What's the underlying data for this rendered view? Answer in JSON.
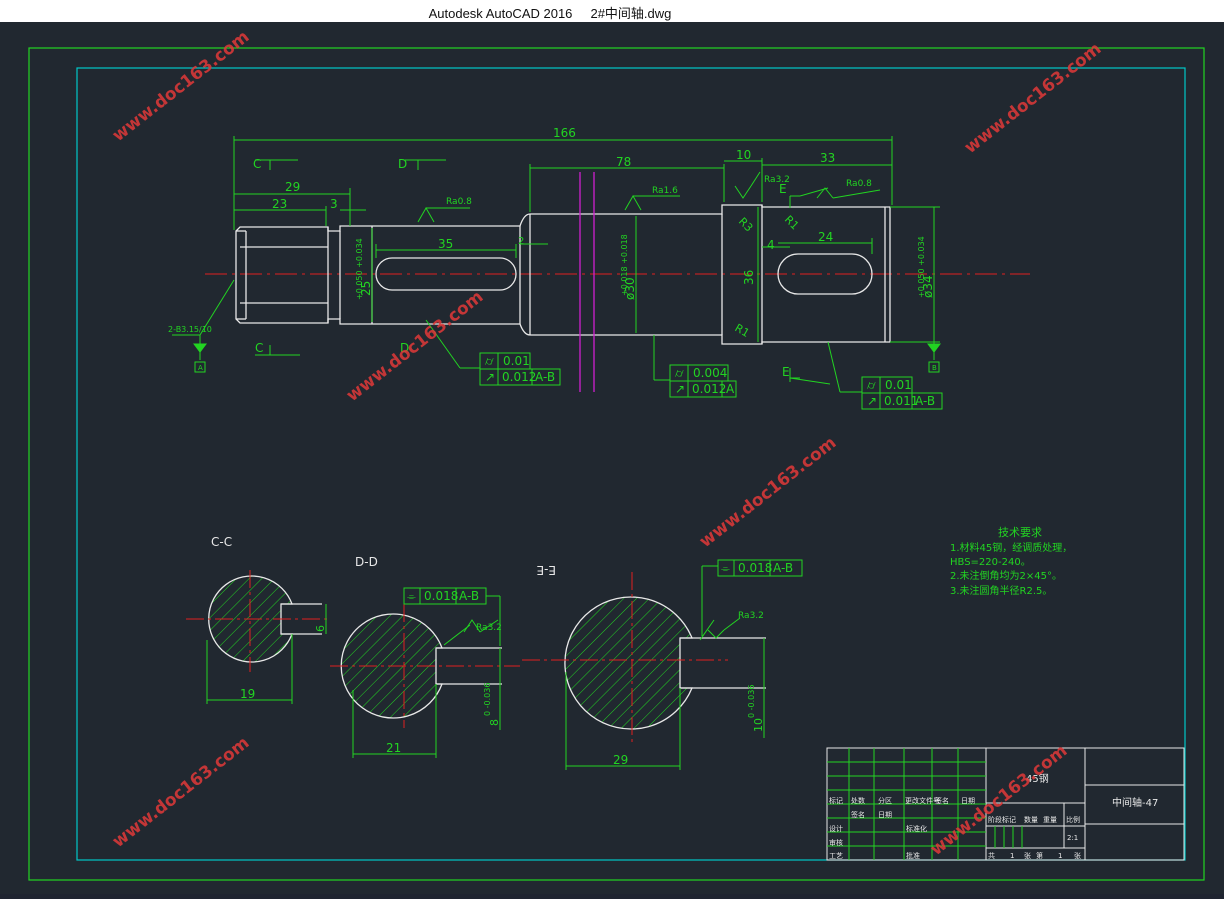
{
  "window": {
    "title": "Autodesk AutoCAD 2016     2#中间轴.dwg"
  },
  "colors": {
    "background": "#212830",
    "outline": "#e8e8e8",
    "dimension": "#22d422",
    "centerline": "#e02020",
    "section_line": "#d020d0",
    "inner_frame": "#00c8c8",
    "watermark": "#e03838"
  },
  "drawing": {
    "dimensions": {
      "overall": "166",
      "len_29": "29",
      "len_23": "23",
      "len_3": "3",
      "len_35": "35",
      "len_2": "2",
      "len_78": "78",
      "len_10": "10",
      "len_33": "33",
      "len_24": "24",
      "len_4": "4",
      "dia_36": "36",
      "dia_25": "25",
      "dia_25_tol": "+0.050 +0.034",
      "dia_30": "ø30",
      "dia_30_tol": "+0.018 +0.018",
      "dia_34": "ø34",
      "dia_34_tol": "+0.050 +0.034",
      "r3": "R3",
      "r1_top": "R1",
      "r1_bottom": "R1",
      "center_hole": "2-B3.15/10",
      "datum_a": "A",
      "datum_b": "B"
    },
    "section_markers": {
      "c_top": "C",
      "c_bottom": "C",
      "d_top": "D",
      "d_bottom": "D",
      "e_top": "E",
      "e_bottom": "E"
    },
    "roughness": {
      "left": "Ra0.8",
      "mid": "Ra1.6",
      "shoulder": "Ra3.2",
      "right": "Ra0.8",
      "section_d": "Ra3.2",
      "section_e": "Ra3.2"
    },
    "tolerance_frames": {
      "left_line1": "0.01",
      "left_line2_val": "0.012",
      "left_line2_ref": "A-B",
      "mid_line1": "0.004",
      "mid_line2_val": "0.012",
      "mid_line2_ref": "A",
      "right_line1": "0.01",
      "right_line2_val": "0.011",
      "right_line2_ref": "A-B",
      "sym_d_val": "0.018",
      "sym_d_ref": "A-B",
      "sym_e_val": "0.018",
      "sym_e_ref": "A-B"
    },
    "sections": {
      "cc": {
        "title": "C-C",
        "width": "19",
        "key": "6"
      },
      "dd": {
        "title": "D-D",
        "width": "21",
        "depth": "8",
        "depth_tol": "0 -0.036"
      },
      "ee": {
        "title": "E-E",
        "width": "29",
        "depth": "10",
        "depth_tol": "0 -0.036"
      }
    },
    "tech_notes": {
      "title": "技术要求",
      "line1": "1.材料45钢，经调质处理，",
      "line2": "HBS=220-240。",
      "line3": "2.未注倒角均为2×45°。",
      "line4": "3.未注圆角半径R2.5。"
    },
    "title_block": {
      "part_name": "中间轴-47",
      "material": "45钢",
      "scale": "2:1",
      "labels": {
        "mark": "标记",
        "count": "处数",
        "zone": "分区",
        "sign": "签名",
        "date": "日期",
        "design": "设计",
        "review": "审核",
        "process": "工艺",
        "std": "标准化",
        "approve": "批准",
        "stage": "阶段标记",
        "weight": "重量",
        "ratio": "比例",
        "qty": "数量",
        "sheet_total": "共",
        "sheet_no": "第",
        "one_a": "1",
        "zhang_a": "张",
        "one_b": "1",
        "zhang_b": "张",
        "sig": "签名",
        "dt": "日期",
        "chg": "更改文件号"
      }
    }
  },
  "watermarks": {
    "w1": "www.doc163.com",
    "w2": "www.doc163.com",
    "w3": "www.doc163.com",
    "w4": "www.doc163.com",
    "w5": "www.doc163.com",
    "w6": "www.doc163.com",
    "w7": "www.doc163.com"
  }
}
